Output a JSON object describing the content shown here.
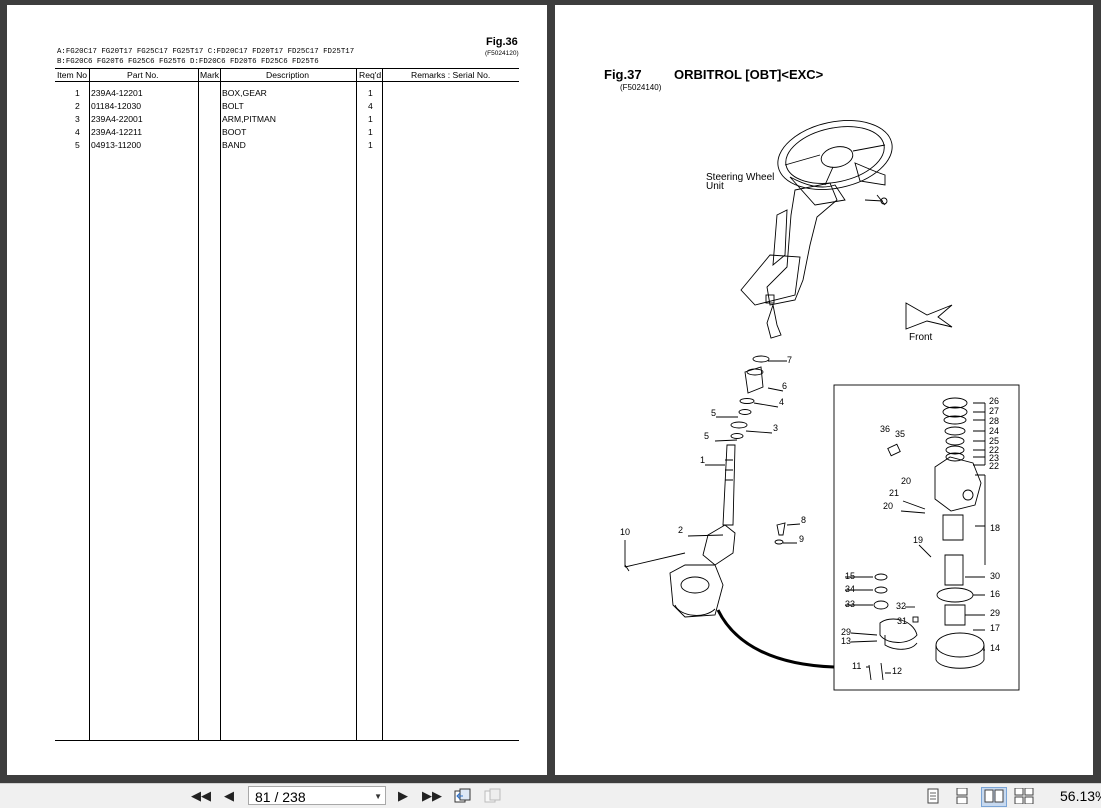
{
  "left_page": {
    "fig_title": "Fig.36",
    "fig_code": "(F5024120)",
    "model_line_1": "A:FG20C17 FG20T17 FG25C17 FG25T17 C:FD20C17 FD20T17 FD25C17 FD25T17",
    "model_line_2": "B:FG20C6  FG20T6  FG25C6  FG25T6  D:FD20C6  FD20T6  FD25C6  FD25T6",
    "columns": [
      "Item No",
      "Part No.",
      "Mark",
      "Description",
      "Req'd",
      "Remarks : Serial No."
    ],
    "rows": [
      {
        "item": "1",
        "part": "239A4-12201",
        "mark": "",
        "desc": "BOX,GEAR",
        "req": "1",
        "remarks": ""
      },
      {
        "item": "2",
        "part": "01184-12030",
        "mark": "",
        "desc": "BOLT",
        "req": "4",
        "remarks": ""
      },
      {
        "item": "3",
        "part": "239A4-22001",
        "mark": "",
        "desc": "ARM,PITMAN",
        "req": "1",
        "remarks": ""
      },
      {
        "item": "4",
        "part": "239A4-12211",
        "mark": "",
        "desc": "BOOT",
        "req": "1",
        "remarks": ""
      },
      {
        "item": "5",
        "part": "04913-11200",
        "mark": "",
        "desc": "BAND",
        "req": "1",
        "remarks": ""
      }
    ]
  },
  "right_page": {
    "fig_title": "Fig.37",
    "fig_name": "ORBITROL [OBT]<EXC>",
    "fig_code": "(F5024140)",
    "label_steering": "Steering Wheel Unit",
    "label_front": "Front",
    "callouts_main": [
      "7",
      "6",
      "4",
      "5",
      "3",
      "5",
      "1",
      "2",
      "8",
      "9",
      "10"
    ],
    "callouts_inset": [
      "26",
      "27",
      "28",
      "24",
      "25",
      "22",
      "23",
      "22",
      "36",
      "35",
      "20",
      "21",
      "20",
      "18",
      "19",
      "15",
      "34",
      "33",
      "32",
      "31",
      "29",
      "13",
      "11",
      "12",
      "30",
      "16",
      "29",
      "17",
      "14"
    ]
  },
  "toolbar": {
    "page_indicator": "81 / 238",
    "zoom": "56.13%",
    "icons": [
      "first-page-icon",
      "prev-page-icon",
      "next-page-icon",
      "last-page-icon",
      "previous-view-icon",
      "next-view-icon",
      "single-page-view-icon",
      "continuous-view-icon",
      "facing-view-icon",
      "continuous-facing-view-icon"
    ]
  }
}
